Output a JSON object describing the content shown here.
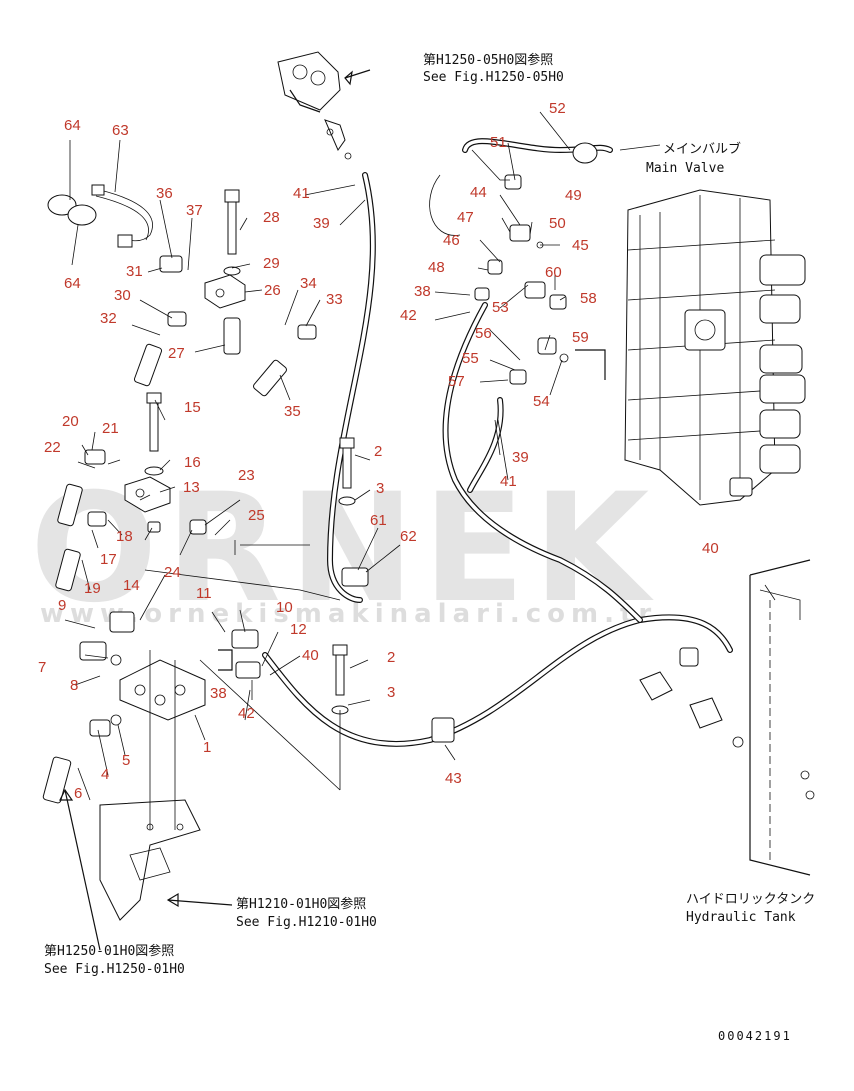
{
  "watermark": {
    "main": "ORNEK",
    "url": "www.ornekismakinalari.com.tr"
  },
  "references": [
    {
      "id": "ref-h1250-05h0",
      "jp": "第H1250-05H0図参照",
      "en": "See Fig.H1250-05H0"
    },
    {
      "id": "ref-main-valve",
      "jp": "メインバルブ",
      "en": "Main Valve"
    },
    {
      "id": "ref-h1210-01h0",
      "jp": "第H1210-01H0図参照",
      "en": "See Fig.H1210-01H0"
    },
    {
      "id": "ref-h1250-01h0",
      "jp": "第H1250-01H0図参照",
      "en": "See Fig.H1250-01H0"
    },
    {
      "id": "ref-hydraulic-tank",
      "jp": "ハイドロリックタンク",
      "en": "Hydraulic Tank"
    }
  ],
  "drawing_code": "00042191",
  "part_numbers": [
    "1",
    "2",
    "2",
    "3",
    "3",
    "4",
    "5",
    "6",
    "7",
    "8",
    "9",
    "10",
    "11",
    "12",
    "13",
    "14",
    "15",
    "16",
    "17",
    "18",
    "19",
    "20",
    "21",
    "22",
    "23",
    "24",
    "25",
    "26",
    "27",
    "28",
    "29",
    "30",
    "31",
    "32",
    "33",
    "34",
    "35",
    "36",
    "37",
    "38",
    "38",
    "39",
    "39",
    "40",
    "40",
    "41",
    "41",
    "42",
    "42",
    "43",
    "44",
    "45",
    "46",
    "47",
    "48",
    "49",
    "50",
    "51",
    "52",
    "53",
    "54",
    "55",
    "56",
    "57",
    "58",
    "59",
    "60",
    "61",
    "62",
    "63",
    "64",
    "64"
  ]
}
